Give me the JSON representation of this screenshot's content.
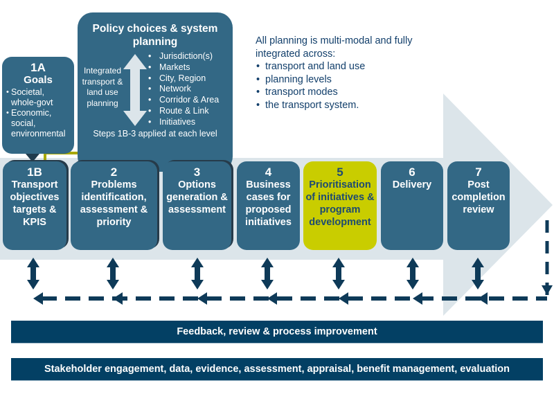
{
  "colors": {
    "box_fill": "#336885",
    "highlight_fill": "#c9cd00",
    "highlight_text": "#1d4a72",
    "arrow_background": "#dce5ea",
    "connector": "#0e3a58",
    "bracket": "#a7a800",
    "band_fill": "#034064",
    "note_text": "#123f6b"
  },
  "goals": {
    "number": "1A",
    "title": "Goals",
    "items": [
      {
        "text": "Societal,",
        "bullet": true
      },
      {
        "text": "whole-govt",
        "bullet": false
      },
      {
        "text": "Economic,",
        "bullet": true
      },
      {
        "text": "social,",
        "bullet": false
      },
      {
        "text": "environmental",
        "bullet": false
      }
    ]
  },
  "policy": {
    "title": "Policy choices & system planning",
    "integrated_label": "Integrated transport & land use planning",
    "levels": [
      "Jurisdiction(s)",
      "Markets",
      "City, Region",
      "Network",
      "Corridor & Area",
      "Route & Link",
      "Initiatives"
    ],
    "steps_note": "Steps 1B-3 applied at each level"
  },
  "note": {
    "intro": "All planning is multi-modal and fully integrated across:",
    "items": [
      "transport and land use",
      "planning levels",
      "transport modes",
      "the transport system."
    ]
  },
  "steps": [
    {
      "number": "1B",
      "text": "Transport objectives targets & KPIS",
      "highlight": false
    },
    {
      "number": "2",
      "text": "Problems identification, assessment & priority",
      "highlight": false
    },
    {
      "number": "3",
      "text": "Options generation & assessment",
      "highlight": false
    },
    {
      "number": "4",
      "text": "Business cases for proposed initiatives",
      "highlight": false
    },
    {
      "number": "5",
      "text": "Prioritisation of initiatives & program development",
      "highlight": true
    },
    {
      "number": "6",
      "text": "Delivery",
      "highlight": false
    },
    {
      "number": "7",
      "text": "Post completion review",
      "highlight": false
    }
  ],
  "bands": {
    "feedback": "Feedback, review & process improvement",
    "stakeholder": "Stakeholder engagement, data, evidence, assessment, appraisal, benefit management, evaluation"
  }
}
